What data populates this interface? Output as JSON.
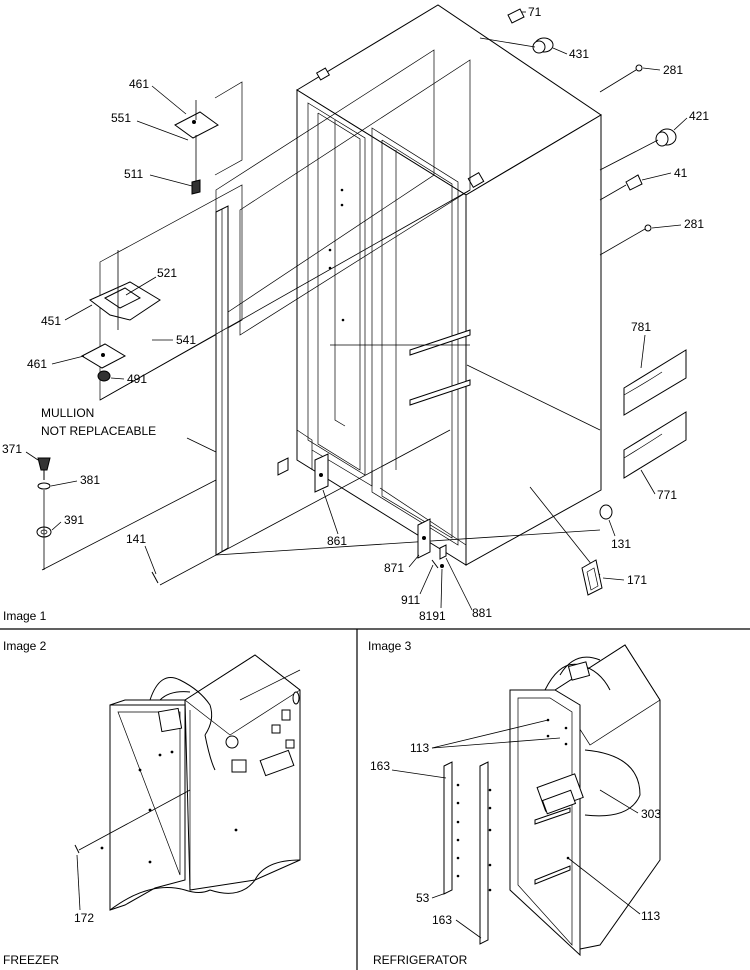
{
  "panels": {
    "image1": {
      "title": "Image 1"
    },
    "image2": {
      "title": "Image 2",
      "caption": "FREEZER"
    },
    "image3": {
      "title": "Image 3",
      "caption": "REFRIGERATOR"
    }
  },
  "note": {
    "line1": "MULLION",
    "line2": "NOT REPLACEABLE"
  },
  "callouts": {
    "p71": "71",
    "p431": "431",
    "p281a": "281",
    "p421": "421",
    "p41": "41",
    "p281b": "281",
    "p461a": "461",
    "p551": "551",
    "p511": "511",
    "p521": "521",
    "p451": "451",
    "p541": "541",
    "p461b": "461",
    "p491": "491",
    "p371": "371",
    "p381": "381",
    "p391": "391",
    "p141": "141",
    "p861": "861",
    "p871": "871",
    "p911": "911",
    "p8191": "8191",
    "p881": "881",
    "p131": "131",
    "p171": "171",
    "p781": "781",
    "p771": "771",
    "p172": "172",
    "p113a": "113",
    "p163a": "163",
    "p303": "303",
    "p53": "53",
    "p163b": "163",
    "p113b": "113"
  }
}
